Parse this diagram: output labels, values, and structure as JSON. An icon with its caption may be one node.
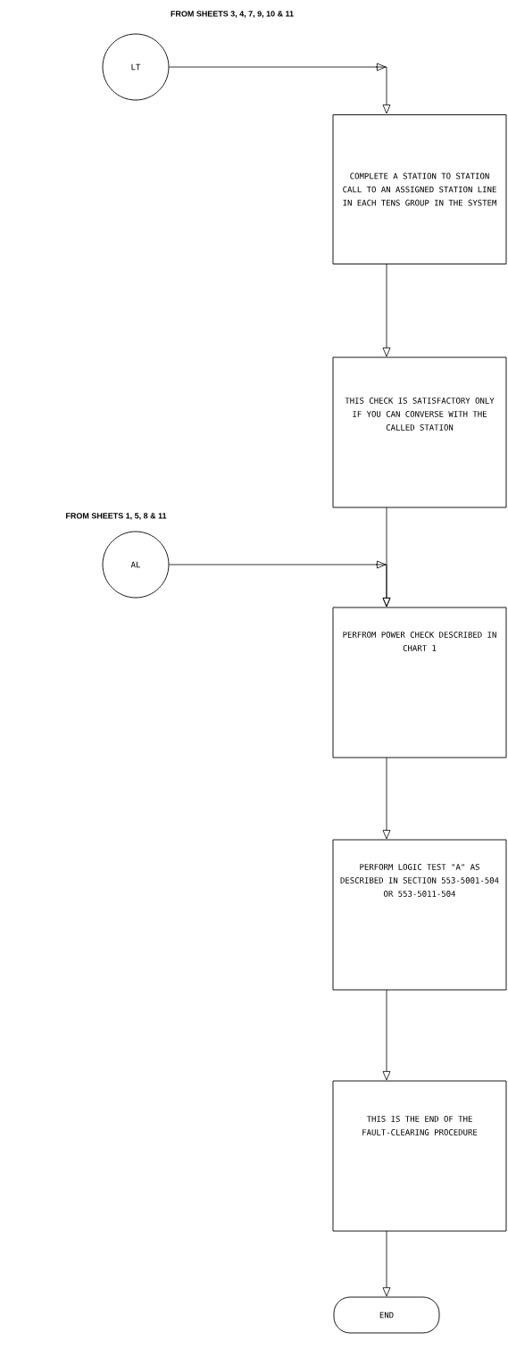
{
  "diagram": {
    "nodes": [
      {
        "text": [
          "LT"
        ],
        "beside": [
          "FROM SHEETS 3, 4, 7, 9, 10 & 11"
        ]
      },
      {
        "text": [
          "COMPLETE A STATION TO STATION CALL TO AN ASSIGNED STATION LINE IN EACH TENS GROUP IN THE SYSTEM"
        ]
      },
      {
        "text": [
          "THIS CHECK IS SATISFACTORY ONLY IF YOU CAN CONVERSE WITH THE CALLED STATION"
        ]
      },
      {
        "text": [
          "AL"
        ],
        "beside": [
          "FROM SHEETS 1, 5, 8 & 11"
        ]
      },
      {
        "text": [
          "PERFROM POWER CHECK DESCRIBED IN CHART 1"
        ]
      },
      {
        "text": [
          "PERFORM LOGIC TEST \"A\" AS DESCRIBED IN SECTION 553-5001-504 OR 553-5011-504"
        ]
      },
      {
        "text": [
          "THIS IS THE END OF THE FAULT-CLEARING PROCEDURE"
        ]
      },
      {
        "text": [
          "END"
        ]
      }
    ],
    "edges": [
      {
        "from": 0,
        "to": 1,
        "arrow": "to"
      },
      {
        "from": 1,
        "to": 2,
        "arrow": "to"
      },
      {
        "from": 2,
        "to": 4,
        "arrow": "to"
      },
      {
        "from": 3,
        "to": 4,
        "arrow": "to"
      },
      {
        "from": 4,
        "to": 5,
        "arrow": "to"
      },
      {
        "from": 5,
        "to": 6,
        "arrow": "to"
      },
      {
        "from": 6,
        "to": 7,
        "arrow": "to"
      }
    ]
  }
}
